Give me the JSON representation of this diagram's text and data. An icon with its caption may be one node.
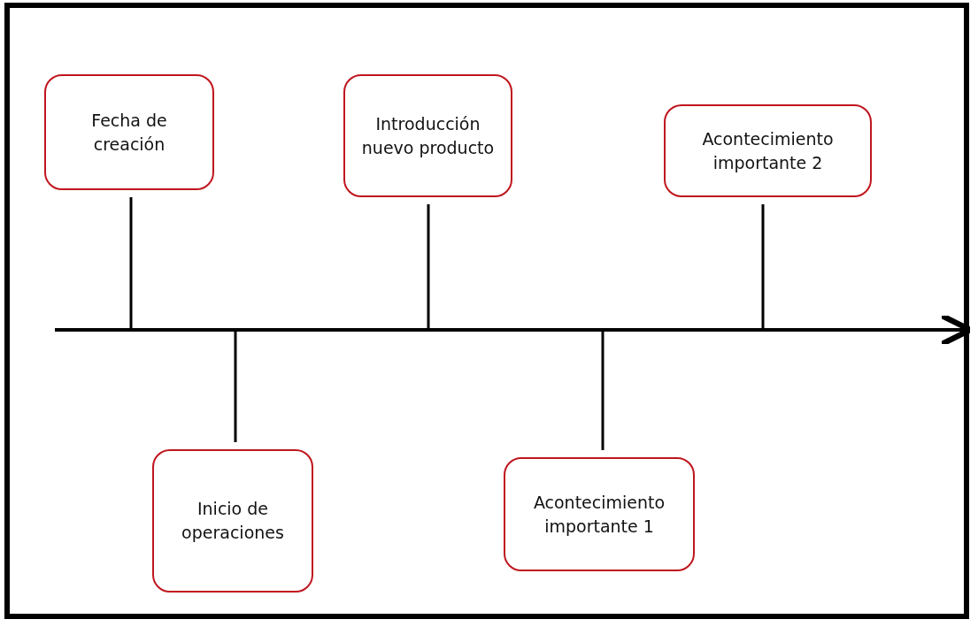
{
  "diagram": {
    "nodes": [
      {
        "text": [
          "Fecha de creación"
        ]
      },
      {
        "text": [
          "Inicio de operaciones"
        ]
      },
      {
        "text": [
          "Introducción nuevo producto"
        ]
      },
      {
        "text": [
          "Acontecimiento importante 1"
        ]
      },
      {
        "text": [
          "Acontecimiento importante 2"
        ]
      }
    ],
    "edges": [
      {
        "from": 0,
        "to": null,
        "arrow": "none"
      },
      {
        "from": 1,
        "to": null,
        "arrow": "none"
      },
      {
        "from": 2,
        "to": null,
        "arrow": "none"
      },
      {
        "from": 3,
        "to": null,
        "arrow": "none"
      },
      {
        "from": 4,
        "to": null,
        "arrow": "none"
      }
    ]
  }
}
